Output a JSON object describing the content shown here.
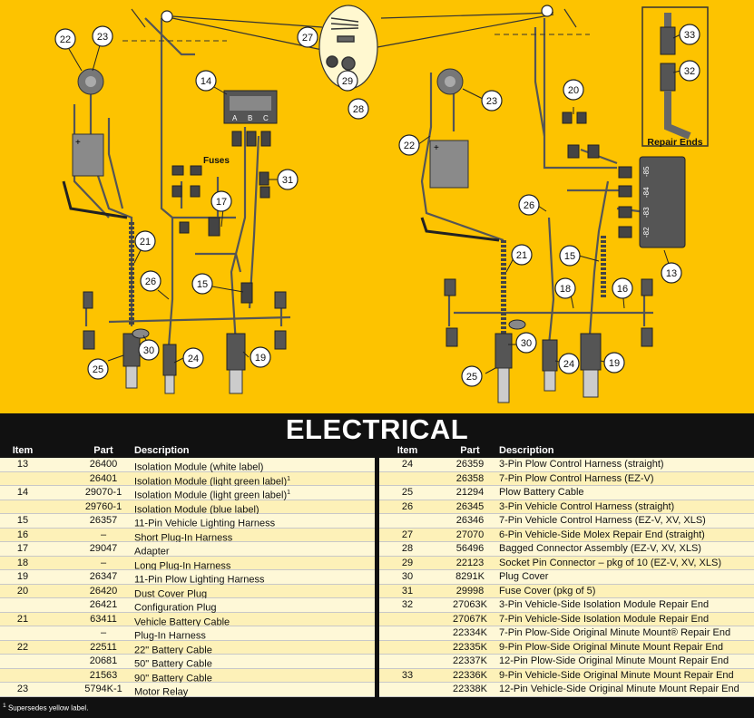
{
  "title": "ELECTRICAL",
  "diagram": {
    "fuses_label": "Fuses",
    "module_pins": [
      "A",
      "B",
      "C"
    ],
    "molex_pins": [
      "-85",
      "-84",
      "-83",
      "-82"
    ],
    "repair_ends_label": "Repair Ends",
    "callouts_left": [
      "22",
      "23",
      "14",
      "17",
      "31",
      "21",
      "26",
      "15",
      "30",
      "25",
      "24",
      "19",
      "27",
      "29",
      "28"
    ],
    "callouts_right": [
      "20",
      "23",
      "22",
      "26",
      "21",
      "15",
      "13",
      "18",
      "16",
      "30",
      "25",
      "24",
      "19",
      "33",
      "32"
    ]
  },
  "table": {
    "headers": {
      "item": "Item",
      "part": "Part",
      "description": "Description"
    },
    "left_rows": [
      {
        "item": "13",
        "part": "26400",
        "desc": "Isolation Module (white label)",
        "sup": ""
      },
      {
        "item": "",
        "part": "26401",
        "desc": "Isolation Module (light green label)",
        "sup": "1"
      },
      {
        "item": "14",
        "part": "29070-1",
        "desc": "Isolation Module (light green label)",
        "sup": "1"
      },
      {
        "item": "",
        "part": "29760-1",
        "desc": "Isolation Module (blue label)",
        "sup": ""
      },
      {
        "item": "15",
        "part": "26357",
        "desc": "11-Pin Vehicle Lighting Harness",
        "sup": ""
      },
      {
        "item": "16",
        "part": "–",
        "desc": "Short Plug-In Harness",
        "sup": ""
      },
      {
        "item": "17",
        "part": "29047",
        "desc": "Adapter",
        "sup": ""
      },
      {
        "item": "18",
        "part": "–",
        "desc": "Long Plug-In Harness",
        "sup": ""
      },
      {
        "item": "19",
        "part": "26347",
        "desc": "11-Pin Plow Lighting Harness",
        "sup": ""
      },
      {
        "item": "20",
        "part": "26420",
        "desc": "Dust Cover Plug",
        "sup": ""
      },
      {
        "item": "",
        "part": "26421",
        "desc": "Configuration Plug",
        "sup": ""
      },
      {
        "item": "21",
        "part": "63411",
        "desc": "Vehicle Battery Cable",
        "sup": ""
      },
      {
        "item": "",
        "part": "–",
        "desc": "Plug-In Harness",
        "sup": ""
      },
      {
        "item": "22",
        "part": "22511",
        "desc": "22\" Battery Cable",
        "sup": ""
      },
      {
        "item": "",
        "part": "20681",
        "desc": "50\" Battery Cable",
        "sup": ""
      },
      {
        "item": "",
        "part": "21563",
        "desc": "90\" Battery Cable",
        "sup": ""
      },
      {
        "item": "23",
        "part": "5794K-1",
        "desc": "Motor Relay",
        "sup": ""
      }
    ],
    "right_rows": [
      {
        "item": "24",
        "part": "26359",
        "desc": "3-Pin Plow Control Harness (straight)"
      },
      {
        "item": "",
        "part": "26358",
        "desc": "7-Pin Plow Control Harness (EZ-V)"
      },
      {
        "item": "25",
        "part": "21294",
        "desc": "Plow Battery Cable"
      },
      {
        "item": "26",
        "part": "26345",
        "desc": "3-Pin Vehicle Control Harness (straight)"
      },
      {
        "item": "",
        "part": "26346",
        "desc": "7-Pin Vehicle Control Harness (EZ-V, XV, XLS)"
      },
      {
        "item": "27",
        "part": "27070",
        "desc": "6-Pin Vehicle-Side Molex Repair End (straight)"
      },
      {
        "item": "28",
        "part": "56496",
        "desc": "Bagged Connector Assembly (EZ-V, XV, XLS)"
      },
      {
        "item": "29",
        "part": "22123",
        "desc": "Socket Pin Connector – pkg of 10 (EZ-V, XV, XLS)"
      },
      {
        "item": "30",
        "part": "8291K",
        "desc": "Plug Cover"
      },
      {
        "item": "31",
        "part": "29998",
        "desc": "Fuse Cover (pkg of 5)"
      },
      {
        "item": "32",
        "part": "27063K",
        "desc": "3-Pin Vehicle-Side Isolation Module Repair End"
      },
      {
        "item": "",
        "part": "27067K",
        "desc": "7-Pin Vehicle-Side Isolation Module Repair End"
      },
      {
        "item": "",
        "part": "22334K",
        "desc": "7-Pin Plow-Side Original Minute Mount® Repair End"
      },
      {
        "item": "",
        "part": "22335K",
        "desc": "9-Pin Plow-Side Original Minute Mount Repair End"
      },
      {
        "item": "",
        "part": "22337K",
        "desc": "12-Pin Plow-Side Original Minute Mount Repair End"
      },
      {
        "item": "33",
        "part": "22336K",
        "desc": "9-Pin Vehicle-Side Original Minute Mount Repair End"
      },
      {
        "item": "",
        "part": "22338K",
        "desc": "12-Pin Vehicle-Side Original Minute Mount Repair End"
      }
    ],
    "footnote_mark": "1",
    "footnote_text": "Supersedes yellow label."
  },
  "colors": {
    "background": "#FDC300",
    "table_header": "#111111",
    "row_light": "#FEF8D7",
    "row_alt": "#FDF1B8"
  }
}
